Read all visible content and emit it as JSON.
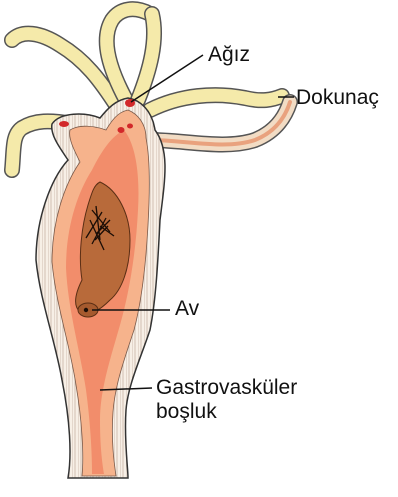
{
  "title": "",
  "labels": {
    "mouth": "Ağız",
    "tentacle": "Dokunaç",
    "prey": "Av",
    "cavity_line1": "Gastrovasküler",
    "cavity_line2": "boşluk"
  },
  "colors": {
    "tentacle": "#f5eaaa",
    "ectoderm": "#f7efe6",
    "endoderm": "#f6b38c",
    "cavity": "#f08060",
    "prey": "#b86a3a",
    "outline": "#333333"
  }
}
